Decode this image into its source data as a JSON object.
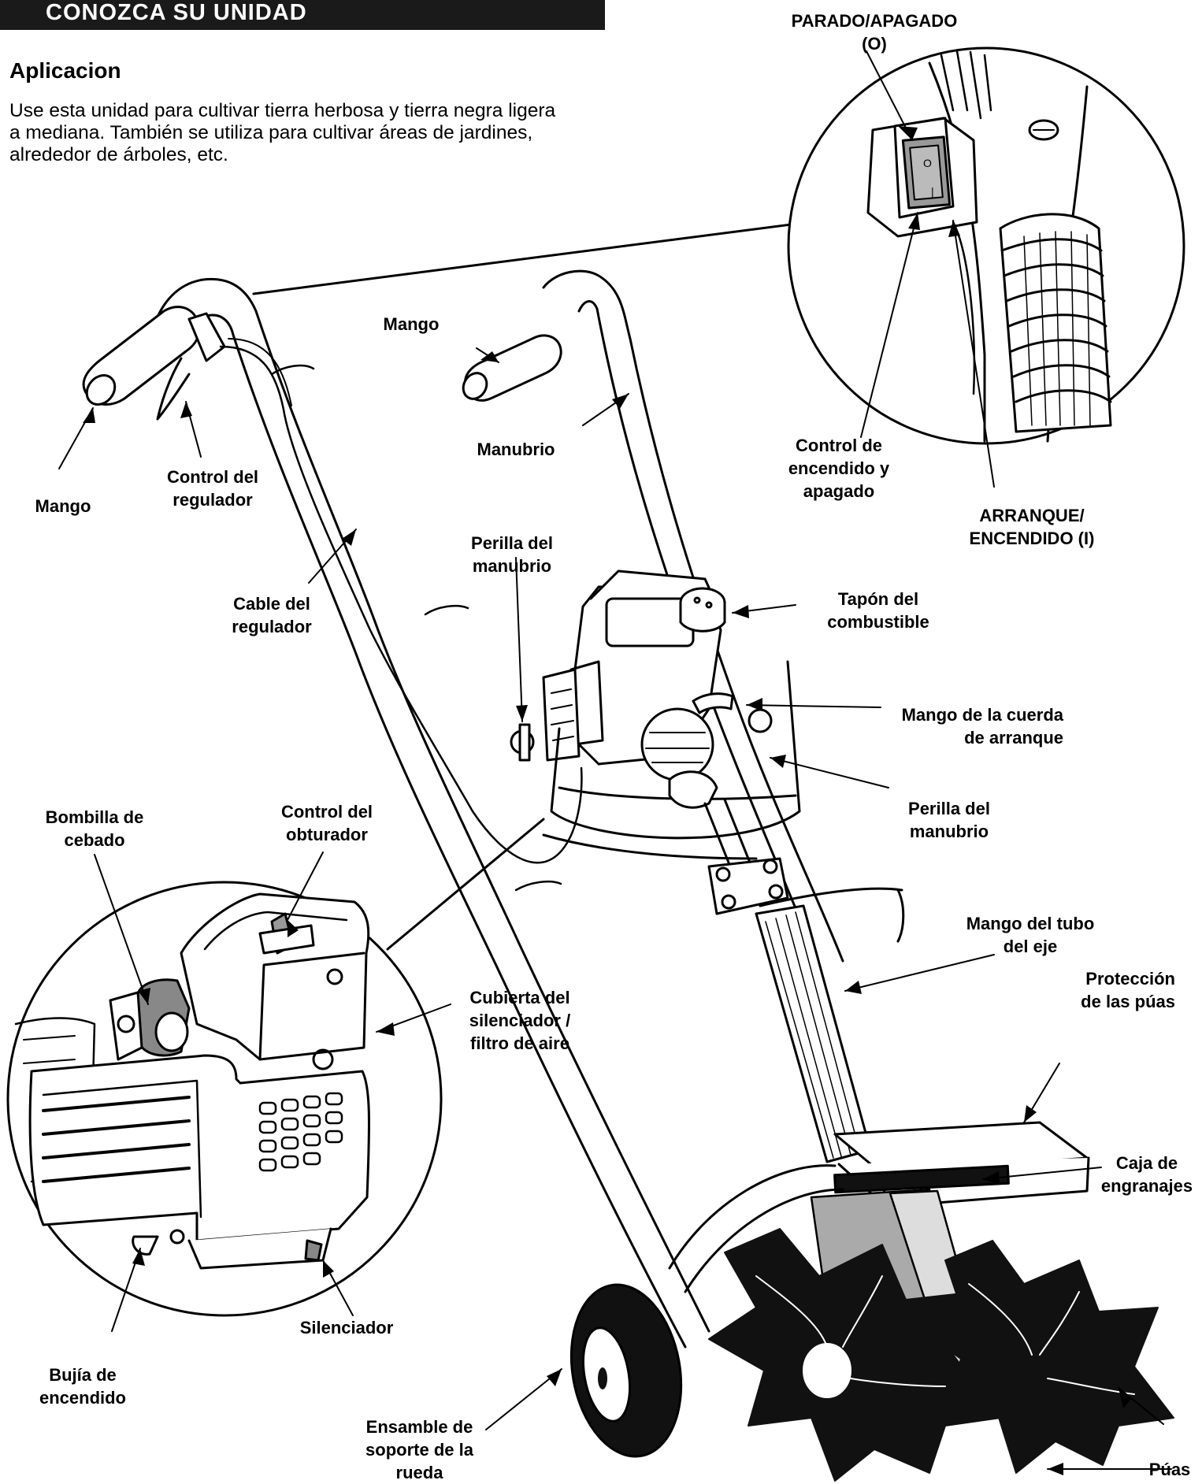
{
  "header": {
    "title": "CONOZCA SU UNIDAD"
  },
  "section": {
    "title": "Aplicacion",
    "body": "Use esta unidad para cultivar tierra herbosa y tierra negra ligera a mediana. También se utiliza para cultivar áreas de jardines, alrededor de árboles, etc."
  },
  "labels": {
    "parado_apagado": "PARADO/APAGADO\n(O)",
    "mango_center": "Mango",
    "mango_left": "Mango",
    "control_regulador": "Control del\nregulador",
    "manubrio": "Manubrio",
    "control_encendido": "Control de\nencendido y\napagado",
    "arranque_encendido": "ARRANQUE/\nENCENDIDO (I)",
    "perilla_manubrio_top": "Perilla del\nmanubrio",
    "cable_regulador": "Cable del\nregulador",
    "tapon_combustible": "Tapón del\ncombustible",
    "mango_cuerda": "Mango de la cuerda\nde arranque",
    "perilla_manubrio_right": "Perilla del\nmanubrio",
    "bombilla_cebado": "Bombilla de\ncebado",
    "control_obturador": "Control del\nobturador",
    "mango_tubo_eje": "Mango del tubo\ndel eje",
    "proteccion_puas": "Protección\nde las púas",
    "cubierta_silenciador": "Cubierta del\nsilenciador /\nfiltro de aire",
    "caja_engranajes": "Caja de\nengranajes",
    "silenciador": "Silenciador",
    "bujia_encendido": "Bujía de\nencendido",
    "ensamble_soporte": "Ensamble de\nsoporte de la\nrueda",
    "puas": "Púas"
  },
  "switch_marks": {
    "off": "O",
    "on": "|"
  }
}
